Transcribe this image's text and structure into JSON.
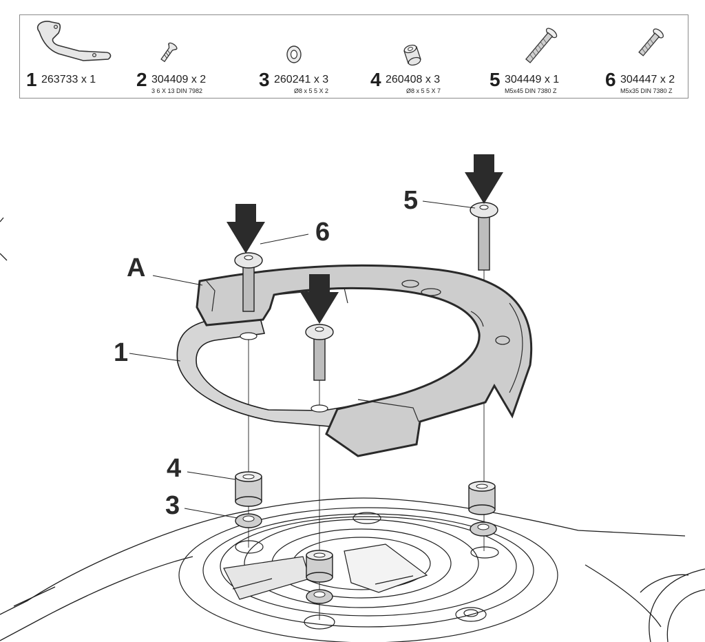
{
  "parts": [
    {
      "number": "1",
      "code": "263733 x 1",
      "spec": "",
      "icon": "bracket-plate-icon"
    },
    {
      "number": "2",
      "code": "304409 x 2",
      "spec": "3 6 X 13 DIN 7982",
      "icon": "countersunk-screw-icon"
    },
    {
      "number": "3",
      "code": "260241 x 3",
      "spec": "Ø8 x 5 5 X 2",
      "icon": "washer-icon"
    },
    {
      "number": "4",
      "code": "260408 x 3",
      "spec": "Ø8 x 5 5 X 7",
      "icon": "spacer-icon"
    },
    {
      "number": "5",
      "code": "304449 x 1",
      "spec": "M5x45 DIN 7380 Z",
      "icon": "long-bolt-icon"
    },
    {
      "number": "6",
      "code": "304447 x 2",
      "spec": "M5x35 DIN 7380 Z",
      "icon": "short-bolt-icon"
    }
  ],
  "callouts": {
    "a": "A",
    "one": "1",
    "three": "3",
    "four": "4",
    "five": "5",
    "six": "6"
  },
  "colors": {
    "ring_fill": "#cdcdcd",
    "ring_stroke": "#2a2a2a",
    "arrow": "#2b2b2b",
    "line": "#1e1e1e"
  }
}
